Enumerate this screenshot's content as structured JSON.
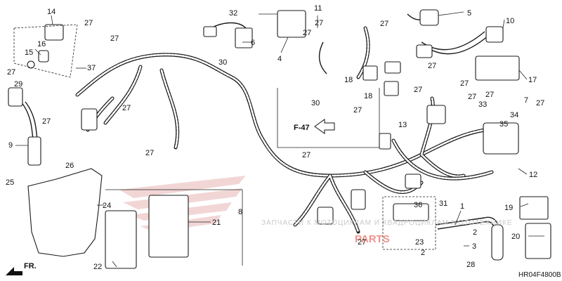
{
  "callouts": {
    "c1": "1",
    "c2": "2",
    "c2b": "2",
    "c3": "3",
    "c4": "4",
    "c5": "5",
    "c6": "6",
    "c7": "7",
    "c8": "8",
    "c9": "9",
    "c10": "10",
    "c11": "11",
    "c12": "12",
    "c13": "13",
    "c14": "14",
    "c15": "15",
    "c16": "16",
    "c17": "17",
    "c18a": "18",
    "c18b": "18",
    "c19": "19",
    "c20": "20",
    "c21": "21",
    "c22": "22",
    "c23": "23",
    "c24": "24",
    "c25": "25",
    "c26": "26",
    "c27a": "27",
    "c27b": "27",
    "c27c": "27",
    "c27d": "27",
    "c27e": "27",
    "c27f": "27",
    "c27g": "27",
    "c27h": "27",
    "c27i": "27",
    "c27j": "27",
    "c27k": "27",
    "c27l": "27",
    "c27m": "27",
    "c27n": "27",
    "c27o": "27",
    "c27p": "27",
    "c28": "28",
    "c29": "29",
    "c30a": "30",
    "c30b": "30",
    "c31": "31",
    "c32": "32",
    "c33": "33",
    "c34": "34",
    "c35": "35",
    "c36": "36",
    "c37": "37"
  },
  "reference": "F-47",
  "front_marker": "FR.",
  "diagram_code": "HR04F4800B",
  "watermark_text": "ЗАПЧАСТИ К МОТОЦИКЛАМ И КВАДРОЦИКЛАМ МОТОТЕХНИКЕ",
  "watermark_brand": "PARTS",
  "colors": {
    "ink": "#1a1a1a",
    "watermark_red": "#e53b2c",
    "watermark_gray": "#c9c9c9"
  }
}
